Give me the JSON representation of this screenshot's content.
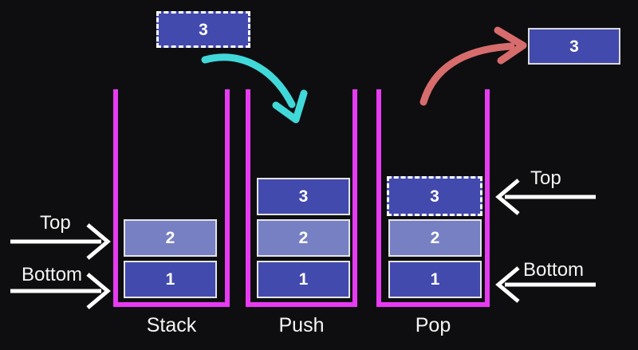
{
  "diagram": {
    "kind": "stack-operations",
    "stacks": [
      {
        "label": "Stack",
        "blocks": [
          {
            "value": "2"
          },
          {
            "value": "1"
          }
        ]
      },
      {
        "label": "Push",
        "blocks": [
          {
            "value": "3"
          },
          {
            "value": "2"
          },
          {
            "value": "1"
          }
        ]
      },
      {
        "label": "Pop",
        "blocks": [
          {
            "value": "3"
          },
          {
            "value": "2"
          },
          {
            "value": "1"
          }
        ]
      }
    ],
    "floating": {
      "incoming_value": "3",
      "popped_value": "3"
    },
    "annotations": {
      "left_top": "Top",
      "left_bottom": "Bottom",
      "right_top": "Top",
      "right_bottom": "Bottom"
    },
    "colors": {
      "background": "#0e0e10",
      "container_outline": "#e73bf2",
      "block_dark": "#434aad",
      "block_light": "#7780c3",
      "block_border": "#e4e4ea",
      "push_arrow": "#41d8d9",
      "pop_arrow": "#d76c6c",
      "annotation_text": "#f5f5f5"
    }
  }
}
